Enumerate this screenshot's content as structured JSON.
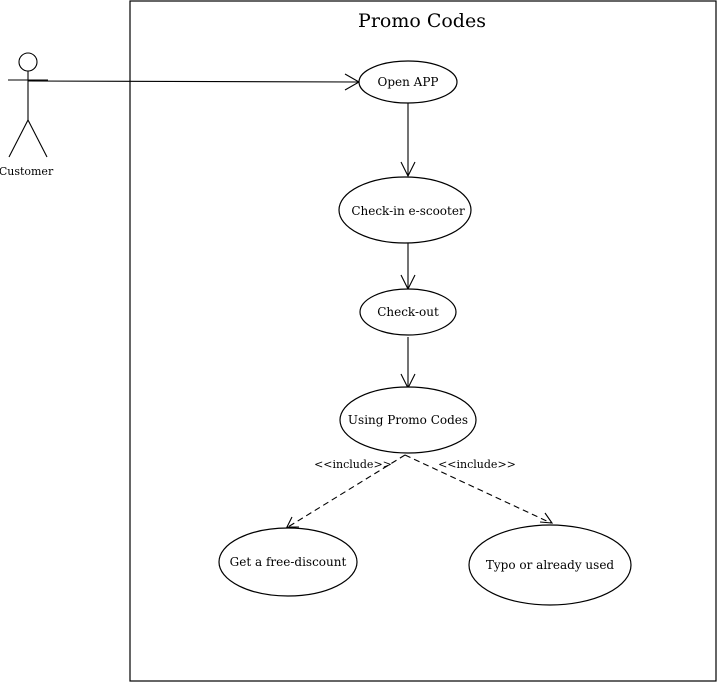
{
  "system": {
    "title": "Promo Codes"
  },
  "actor": {
    "name": "Customer"
  },
  "use_cases": {
    "open_app": "Open APP",
    "check_in": "Check-in e-scooter",
    "check_out": "Check-out",
    "using_promo": "Using Promo Codes",
    "free_discount": "Get a free-discount",
    "typo": "Typo or already used"
  },
  "relations": {
    "include_left": "<<include>>",
    "include_right": "<<include>>"
  }
}
